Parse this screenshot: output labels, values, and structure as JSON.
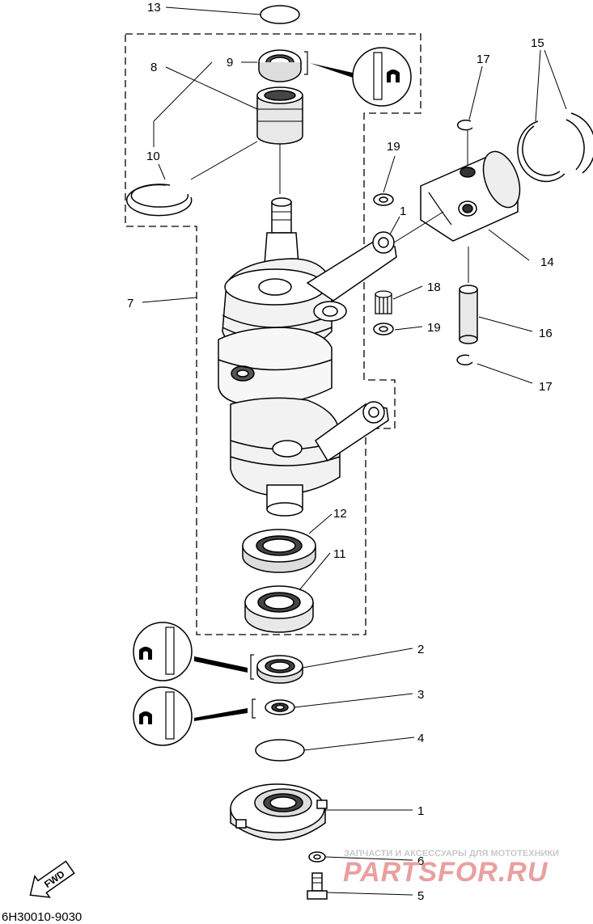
{
  "callouts": {
    "c13": "13",
    "c9": "9",
    "c8": "8",
    "c10": "10",
    "c7": "7",
    "c17a": "17",
    "c15": "15",
    "c19a": "19",
    "c1a": "1",
    "c14": "14",
    "c18": "18",
    "c19b": "19",
    "c16": "16",
    "c17b": "17",
    "c12": "12",
    "c11": "11",
    "c2": "2",
    "c3": "3",
    "c4": "4",
    "c1b": "1",
    "c6": "6",
    "c5": "5"
  },
  "diagram_code": "6H30010-9030",
  "fwd_label": "FWD",
  "watermark": {
    "subtitle": "ЗАПЧАСТИ И АКСЕССУАРЫ ДЛЯ МОТОТЕХНИКИ",
    "brand": "PARTSFOR.RU"
  },
  "icons": [
    "grease-apply-icon",
    "fwd-arrow-icon"
  ]
}
